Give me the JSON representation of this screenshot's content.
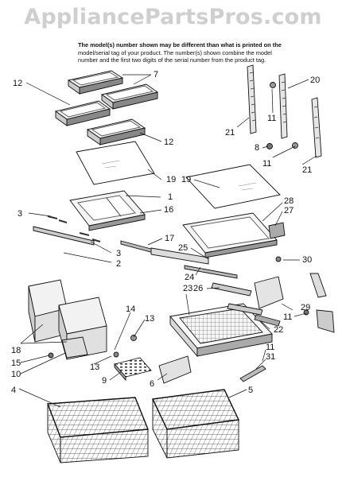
{
  "watermark": "AppliancePartsPros.com",
  "notice": {
    "line1": "The model(s) number shown may be different than what is printed on the",
    "line2": "model/serial tag of your product. The number(s) shown combine the model",
    "line3": "number and the first two digits of the serial number from the product tag."
  },
  "callouts": [
    "1",
    "2",
    "3",
    "3",
    "4",
    "5",
    "6",
    "7",
    "8",
    "9",
    "10",
    "11",
    "11",
    "11",
    "11",
    "12",
    "12",
    "13",
    "13",
    "14",
    "15",
    "16",
    "17",
    "18",
    "19",
    "19",
    "20",
    "21",
    "21",
    "22",
    "23",
    "24",
    "25",
    "26",
    "27",
    "28",
    "29",
    "30",
    "31"
  ]
}
